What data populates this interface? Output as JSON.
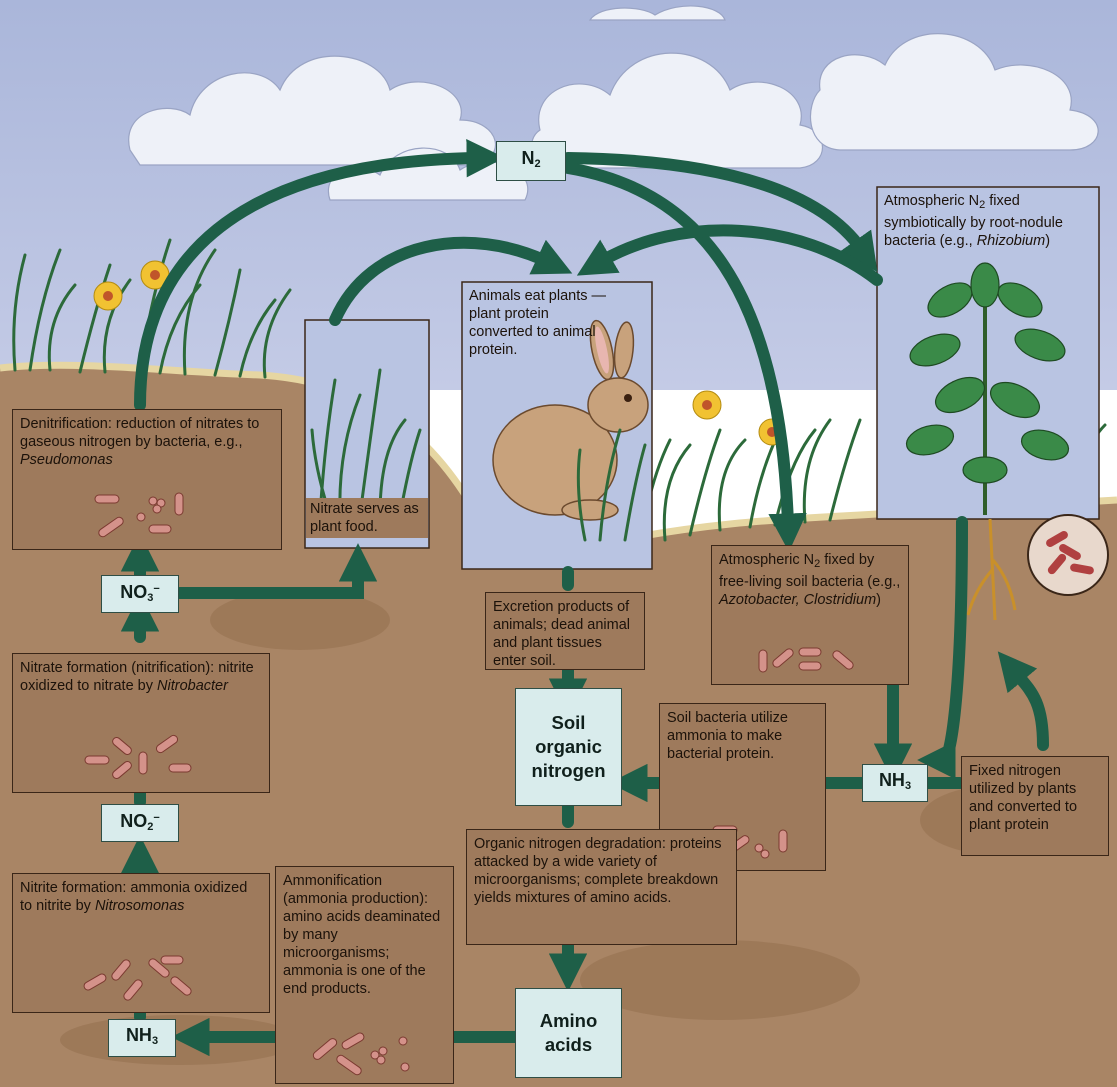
{
  "nodes": {
    "n2": {
      "base": "N",
      "sub": "2"
    },
    "no3_top": {
      "base": "NO",
      "sub": "3",
      "sup": "−"
    },
    "no2": {
      "base": "NO",
      "sub": "2",
      "sup": "−"
    },
    "nh3_left": {
      "base": "NH",
      "sub": "3"
    },
    "nh3_right": {
      "base": "NH",
      "sub": "3"
    },
    "soil_organic_nitrogen": [
      "Soil",
      "organic",
      "nitrogen"
    ],
    "amino_acids": [
      "Amino",
      "acids"
    ]
  },
  "boxes": {
    "denitrification": {
      "text": "Denitrification: reduction of nitrates to gaseous nitrogen by bacteria, e.g., ",
      "italic": "Pseudomonas"
    },
    "nitrate_plant_food": {
      "text": "Nitrate serves as plant food."
    },
    "animals_eat_plants": {
      "text": "Animals eat plants — plant protein converted to animal protein."
    },
    "symbiotic_fixation": {
      "before": "Atmospheric N",
      "sub": "2",
      "after": " fixed symbiotically by root-nodule bacteria (e.g., ",
      "italic": "Rhizobium",
      "end": ")"
    },
    "free_living_fixation": {
      "before": "Atmospheric N",
      "sub": "2",
      "after": " fixed by free-living soil bacteria (e.g., ",
      "italic": "Azotobacter, Clostridium",
      "end": ")"
    },
    "excretion": {
      "text": "Excretion products of animals; dead animal and plant tissues enter soil."
    },
    "nitrification": {
      "text": "Nitrate formation (nitrification): nitrite oxidized to nitrate by ",
      "italic": "Nitrobacter"
    },
    "soil_bacteria_ammonia": {
      "text": "Soil bacteria utilize ammonia to make bacterial protein."
    },
    "fixed_nitrogen_plants": {
      "text": "Fixed nitrogen utilized by plants and converted to plant protein"
    },
    "organic_degradation": {
      "text": "Organic nitrogen degradation: proteins attacked by a wide variety of microorganisms; complete breakdown yields mixtures of amino acids."
    },
    "nitrite_formation": {
      "text": "Nitrite formation: ammonia oxidized to nitrite by ",
      "italic": "Nitrosomonas"
    },
    "ammonification": {
      "text": "Ammonification (ammonia production): amino acids deaminated by many microorganisms; ammonia is one of the end products."
    }
  },
  "colors": {
    "sky": "#b4c0e0",
    "cloud": "#eef1f8",
    "soil": "#a98565",
    "soil_dark": "#7a5a40",
    "ground_line": "#e6d6a2",
    "grass": "#2c6a3a",
    "label_box": "#9e7a5c",
    "chem_box": "#d9ecec",
    "arrow": "#1e5f48",
    "flower": "#f1c232",
    "leaf": "#3a8a48",
    "rabbit": "#c8a27c",
    "bacteria": "#d4928a"
  },
  "icons": [
    "arrow-icon",
    "bacteria-icon",
    "rabbit-icon",
    "flower-icon",
    "plant-icon",
    "cloud-icon",
    "grass-icon",
    "root-nodule-icon"
  ]
}
